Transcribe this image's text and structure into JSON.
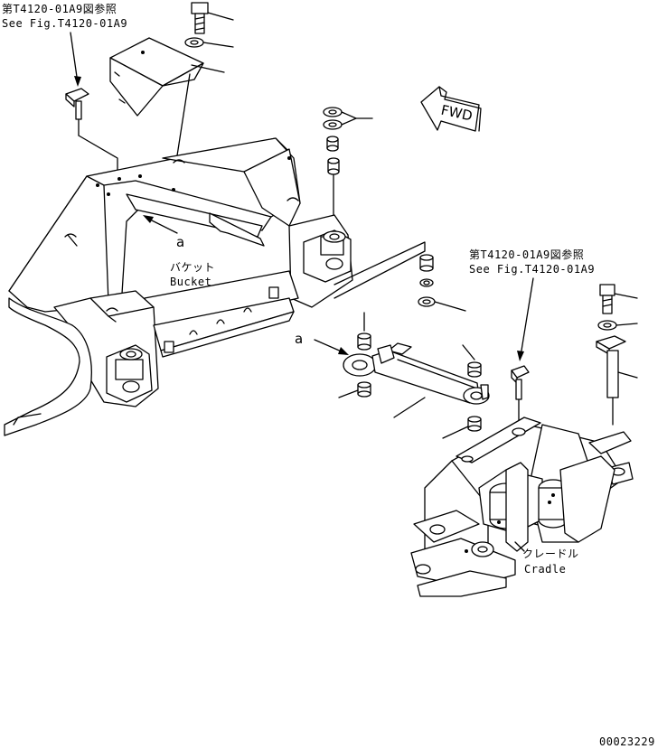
{
  "diagram": {
    "ref_top_jp": "第T4120-01A9図参照",
    "ref_top_en": "See Fig.T4120-01A9",
    "ref_right_jp": "第T4120-01A9図参照",
    "ref_right_en": "See Fig.T4120-01A9",
    "bucket_jp": "バケット",
    "bucket_en": "Bucket",
    "cradle_jp": "クレードル",
    "cradle_en": "Cradle",
    "fwd_label": "FWD",
    "callout_a1": "a",
    "callout_a2": "a",
    "drawing_number": "00023229"
  }
}
